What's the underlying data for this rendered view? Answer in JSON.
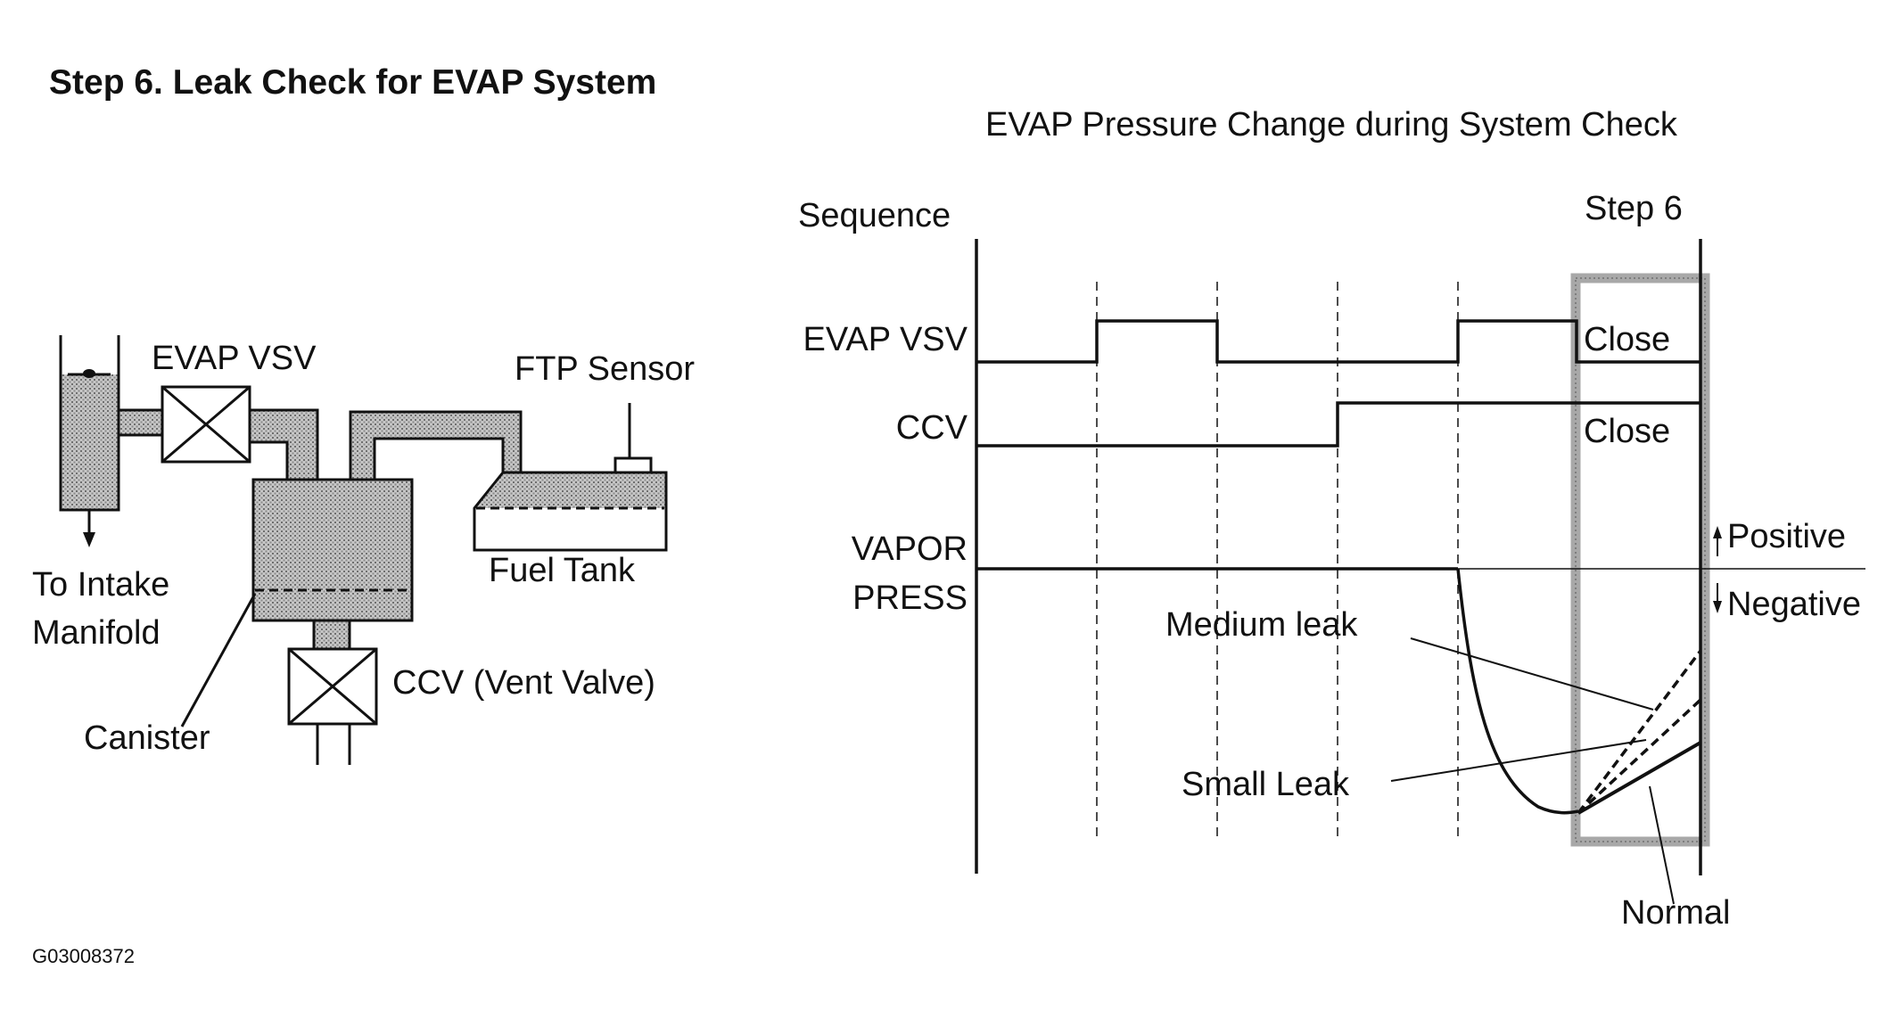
{
  "heading": "Step 6. Leak Check for EVAP System",
  "figure_code": "G03008372",
  "system_diagram": {
    "labels": {
      "evap_vsv": "EVAP VSV",
      "ftp_sensor": "FTP Sensor",
      "intake_line1": "To Intake",
      "intake_line2": "Manifold",
      "fuel_tank": "Fuel Tank",
      "canister": "Canister",
      "ccv": "CCV (Vent Valve)"
    }
  },
  "timing_chart": {
    "title": "EVAP Pressure Change during System Check",
    "sequence_label": "Sequence",
    "step_label": "Step 6",
    "signals": {
      "evap_vsv": "EVAP VSV",
      "ccv": "CCV",
      "vapor_line1": "VAPOR",
      "vapor_line2": "PRESS"
    },
    "state_labels": {
      "vsv_close": "Close",
      "ccv_close": "Close"
    },
    "direction_labels": {
      "positive": "Positive",
      "negative": "Negative"
    },
    "curve_labels": {
      "medium_leak": "Medium leak",
      "small_leak": "Small Leak",
      "normal": "Normal"
    }
  }
}
